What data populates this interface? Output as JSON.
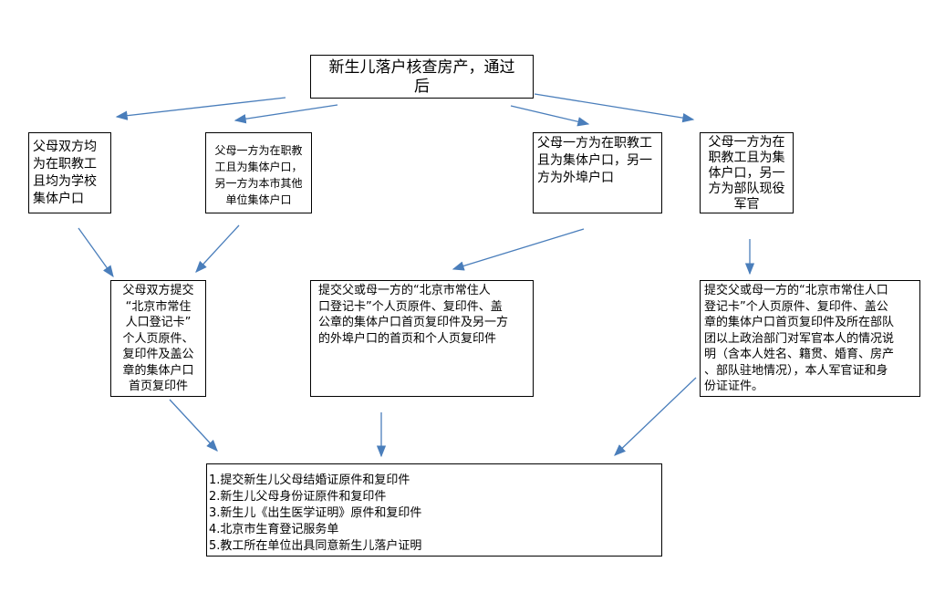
{
  "title": {
    "lines": [
      "新生儿落户核查房产，通过",
      "后"
    ]
  },
  "conditions": [
    {
      "lines": [
        "父母双方均",
        "为在职教工",
        "且均为学校",
        "集体户口"
      ]
    },
    {
      "lines": [
        "父母一方为在职教",
        "工且为集体户口，",
        "另一方为本市其他",
        "单位集体户口"
      ]
    },
    {
      "lines": [
        "父母一方为在职教工",
        "且为集体户口，另一",
        "方为外埠户口"
      ]
    },
    {
      "lines": [
        "父母一方为在",
        "职教工且为集",
        "体户口，另一",
        "方为部队现役",
        "军官"
      ]
    }
  ],
  "requirements": [
    {
      "lines": [
        "父母双方提交",
        "“北京市常住",
        "人口登记卡”",
        "个人页原件、",
        "复印件及盖公",
        "章的集体户口",
        "首页复印件"
      ]
    },
    {
      "lines": [
        "提交父或母一方的“北京市常住人",
        "口登记卡”个人页原件、复印件、盖",
        "公章的集体户口首页复印件及另一方",
        "的外埠户口的首页和个人页复印件"
      ]
    },
    {
      "lines": [
        "提交父或母一方的“北京市常住人口",
        "登记卡”个人页原件、复印件、盖公",
        "章的集体户口首页复印件及所在部队",
        "团以上政治部门对军官本人的情况说",
        "明（含本人姓名、籍贯、婚育、房产",
        "、部队驻地情况），本人军官证和身",
        "份证证件。"
      ]
    }
  ],
  "final": {
    "lines": [
      "1.提交新生儿父母结婚证原件和复印件",
      "2.新生儿父母身份证原件和复印件",
      "3.新生儿《出生医学证明》原件和复印件",
      "4.北京市生育登记服务单",
      "5.教工所在单位出具同意新生儿落户证明"
    ]
  },
  "colors": {
    "arrow": "#4a7ebb"
  }
}
